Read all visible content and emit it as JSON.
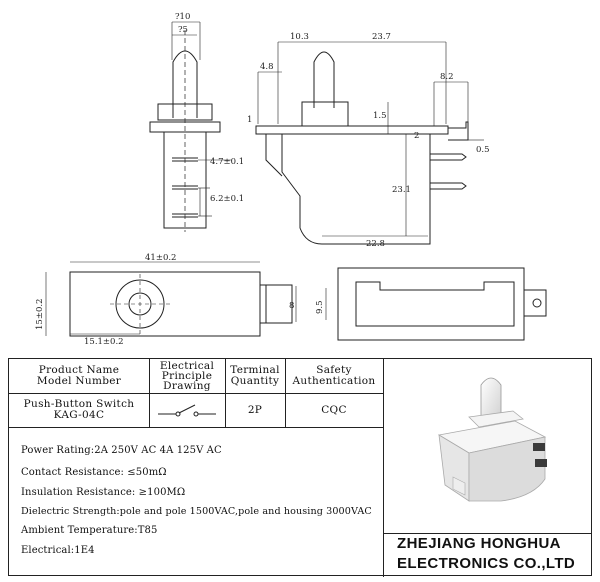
{
  "drawing": {
    "dims": {
      "top_outer": "?10",
      "top_inner": "?5",
      "pin_pitch_1": "4.7±0.1",
      "pin_pitch_2": "6.2±0.1",
      "side_10_3": "10.3",
      "side_23_7": "23.7",
      "side_4_8": "4.8",
      "side_8_2": "8.2",
      "side_1_5": "1.5",
      "side_1": "1",
      "side_2": "2",
      "side_0_5": "0.5",
      "side_23_1": "23.1",
      "side_22_8": "22.8",
      "bottom_width": "41±0.2",
      "bottom_height": "15±0.2",
      "bottom_offset": "15.1±0.2",
      "bottom_8": "8",
      "right_9_5": "9.5"
    }
  },
  "table": {
    "headers": {
      "product": [
        "Product Name",
        "Model Number"
      ],
      "principle": [
        "Electrical",
        "Principle",
        "Drawing"
      ],
      "terminal": [
        "Terminal",
        "Quantity"
      ],
      "safety": [
        "Safety",
        "Authentication"
      ]
    },
    "row": {
      "product": [
        "Push-Button Switch",
        "KAG-04C"
      ],
      "terminal": "2P",
      "safety": "CQC"
    },
    "specs": {
      "power": "Power Rating:2A 250V AC  4A 125V AC",
      "contact": "Contact Resistance: ≤50mΩ",
      "insulation": "Insulation Resistance: ≥100MΩ",
      "dielectric": "Dielectric Strength:pole and pole 1500VAC,pole and housing 3000VAC",
      "ambient": "Ambient Temperature:T85",
      "electrical": "Electrical:1E4"
    },
    "company": [
      "ZHEJIANG HONGHUA",
      "ELECTRONICS CO.,LTD"
    ]
  }
}
